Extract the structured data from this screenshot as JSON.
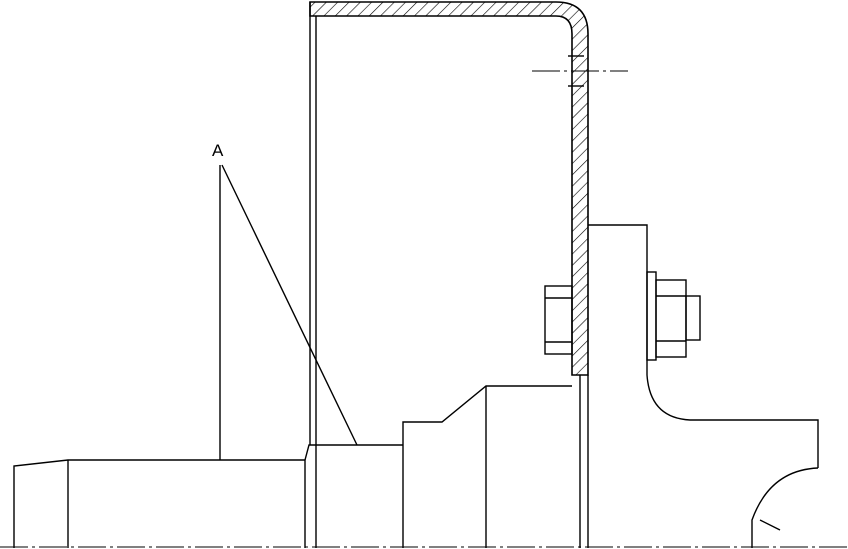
{
  "drawing": {
    "type": "mechanical-section-drawing",
    "callouts": [
      {
        "label": "A"
      }
    ],
    "hatch_pattern": "diagonal-45",
    "colors": {
      "line": "#000000",
      "background": "#ffffff"
    }
  }
}
